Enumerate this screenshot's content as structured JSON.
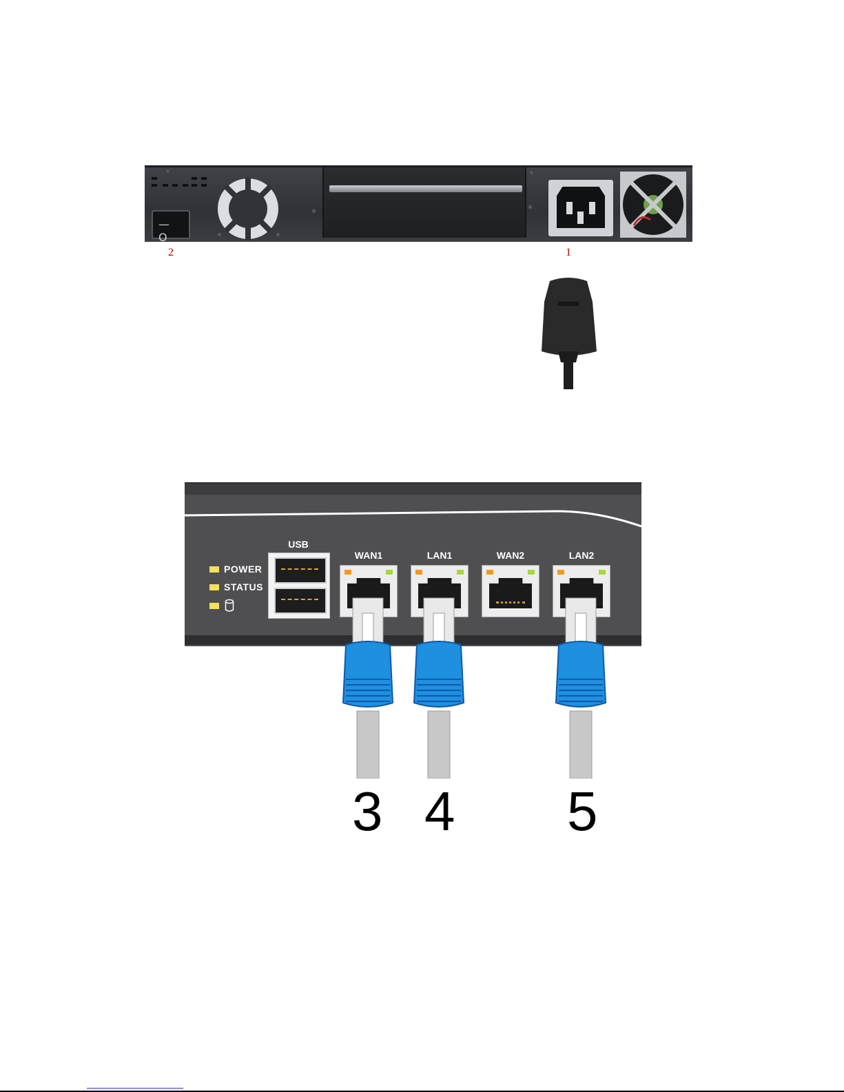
{
  "rear_figure": {
    "switch_symbols": "— O",
    "callouts": [
      "2",
      "1"
    ]
  },
  "front_figure": {
    "usb_label": "USB",
    "leds": [
      "POWER",
      "STATUS"
    ],
    "ports": [
      "WAN1",
      "LAN1",
      "WAN2",
      "LAN2"
    ],
    "cable_numbers": [
      "3",
      "4",
      "5"
    ]
  },
  "icons": [
    "rocker-switch-icon",
    "fan-grille-icon",
    "ac-inlet-icon",
    "power-cord-icon",
    "disk-icon",
    "rj45-plug-icon"
  ]
}
